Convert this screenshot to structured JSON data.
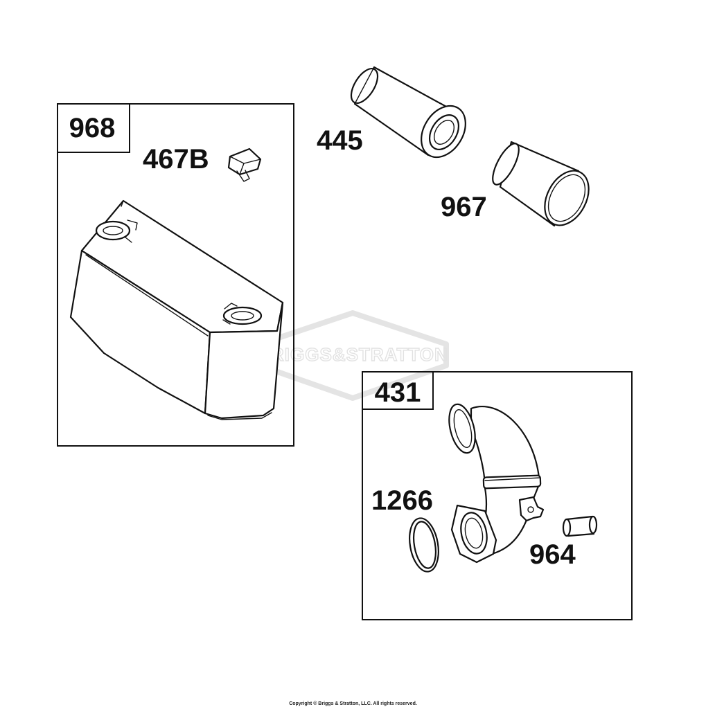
{
  "watermark": "BRIGGS&STRATTON",
  "copyright": "Copyright © Briggs & Stratton, LLC. All rights reserved.",
  "groups": {
    "kit_968": {
      "box_label": "968"
    },
    "kit_431": {
      "box_label": "431"
    }
  },
  "parts": {
    "p467B": {
      "label": "467B",
      "icon": "air-filter-clip-icon"
    },
    "p445": {
      "label": "445",
      "icon": "air-filter-cartridge-icon"
    },
    "p967": {
      "label": "967",
      "icon": "pre-cleaner-sleeve-icon"
    },
    "p1266": {
      "label": "1266",
      "icon": "o-ring-icon"
    },
    "p964": {
      "label": "964",
      "icon": "hose-icon"
    },
    "housing": {
      "icon": "air-cleaner-housing-icon"
    },
    "elbow": {
      "icon": "intake-elbow-icon"
    }
  }
}
